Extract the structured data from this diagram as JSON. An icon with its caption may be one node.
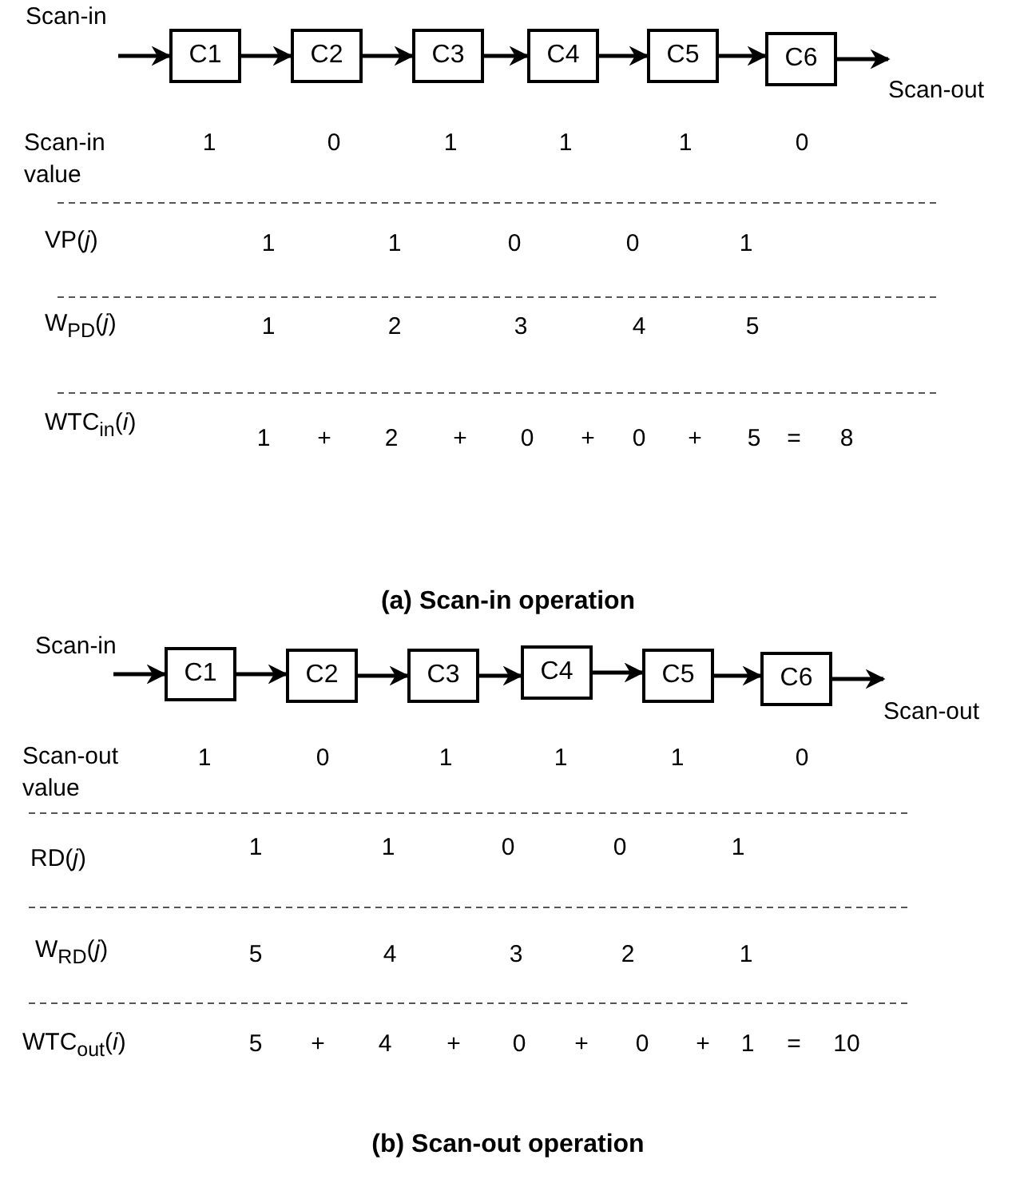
{
  "diagram": {
    "nodes": [
      {
        "text": [
          "Scan-in"
        ]
      },
      {
        "text": [
          "C1"
        ]
      },
      {
        "text": [
          "C2"
        ]
      },
      {
        "text": [
          "C3"
        ]
      },
      {
        "text": [
          "C4"
        ]
      },
      {
        "text": [
          "C5"
        ]
      },
      {
        "text": [
          "C6"
        ]
      },
      {
        "text": [
          "Scan-out"
        ]
      },
      {
        "text": [
          "Scan-in"
        ]
      },
      {
        "text": [
          "C1"
        ]
      },
      {
        "text": [
          "C2"
        ]
      },
      {
        "text": [
          "C3"
        ]
      },
      {
        "text": [
          "C4"
        ]
      },
      {
        "text": [
          "C5"
        ]
      },
      {
        "text": [
          "C6"
        ]
      },
      {
        "text": [
          "Scan-out"
        ]
      }
    ],
    "edges": [
      {
        "from": 0,
        "to": 1,
        "arrow": "to"
      },
      {
        "from": 1,
        "to": 2,
        "arrow": "to"
      },
      {
        "from": 2,
        "to": 3,
        "arrow": "to"
      },
      {
        "from": 3,
        "to": 4,
        "arrow": "to"
      },
      {
        "from": 4,
        "to": 5,
        "arrow": "to"
      },
      {
        "from": 5,
        "to": 6,
        "arrow": "to"
      },
      {
        "from": 6,
        "to": 7,
        "arrow": "to"
      },
      {
        "from": 8,
        "to": 9,
        "arrow": "to"
      },
      {
        "from": 9,
        "to": 10,
        "arrow": "to"
      },
      {
        "from": 10,
        "to": 11,
        "arrow": "to"
      },
      {
        "from": 11,
        "to": 12,
        "arrow": "to"
      },
      {
        "from": 12,
        "to": 13,
        "arrow": "to"
      },
      {
        "from": 13,
        "to": 14,
        "arrow": "to"
      },
      {
        "from": 14,
        "to": 15,
        "arrow": "to"
      }
    ],
    "labels": [
      "Scan-in value",
      "1",
      "0",
      "1",
      "1",
      "1",
      "0",
      "VP(*j*)",
      "1",
      "1",
      "0",
      "0",
      "1",
      "W$_{PD}$(*j*)",
      "1",
      "2",
      "3",
      "4",
      "5",
      "WTC$_{in}$(*i*)",
      "1",
      "+",
      "2",
      "+",
      "0",
      "+",
      "0",
      "+",
      "5",
      "=",
      "8",
      "(a) Scan-in operation",
      "Scan-out value",
      "1",
      "0",
      "1",
      "1",
      "1",
      "0",
      "RD(*j*)",
      "1",
      "1",
      "0",
      "0",
      "1",
      "W$_{RD}$(*j*)",
      "5",
      "4",
      "3",
      "2",
      "1",
      "WTC$_{out}$(*i*)",
      "5",
      "+",
      "4",
      "+",
      "0",
      "+",
      "0",
      "+",
      "1",
      "=",
      "10",
      "(b) Scan-out operation"
    ]
  }
}
